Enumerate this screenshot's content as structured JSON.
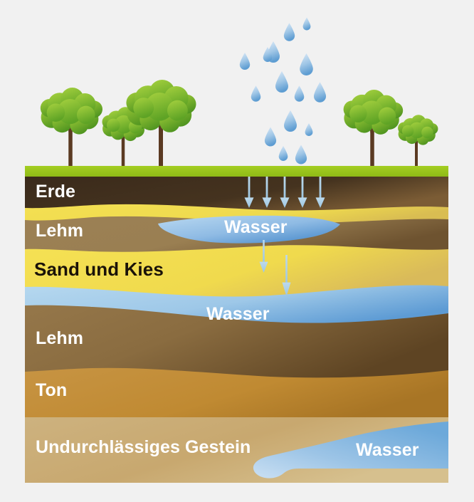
{
  "diagram": {
    "title": "Grundwasser Bodenschichten Diagramm",
    "language": "de",
    "background_color": "#f1f1f1"
  },
  "sky": {
    "color": "#f1f1f1",
    "raindrop_count": 18,
    "raindrop_color_light": "#cfe2f4",
    "raindrop_color_dark": "#6fa8d8"
  },
  "vegetation": {
    "grass_color": "#9ac61c",
    "trunk_color": "#5b3a22",
    "canopy_color_light": "#9ccb3b",
    "canopy_color_dark": "#5aa022",
    "trees": [
      {
        "name": "tree-1",
        "size": "medium"
      },
      {
        "name": "tree-2",
        "size": "small"
      },
      {
        "name": "tree-3",
        "size": "large"
      },
      {
        "name": "tree-4",
        "size": "medium"
      },
      {
        "name": "tree-5",
        "size": "small"
      }
    ]
  },
  "layers": [
    {
      "id": "erde",
      "label": "Erde",
      "color": "#3d2d1d",
      "label_color": "#ffffff",
      "label_style": "white"
    },
    {
      "id": "sand-1",
      "label": "",
      "color": "#f2de4e",
      "label_color": "",
      "label_style": "none"
    },
    {
      "id": "lehm-1",
      "label": "Lehm",
      "color": "#9c8055",
      "label_color": "#ffffff",
      "label_style": "white"
    },
    {
      "id": "sand-2",
      "label": "Sand und Kies",
      "color": "#f2de4e",
      "label_color": "#1a1208",
      "label_style": "black"
    },
    {
      "id": "wasser-band",
      "label": "Wasser",
      "color": "#a8cfec",
      "label_color": "#ffffff",
      "label_style": "white"
    },
    {
      "id": "lehm-2",
      "label": "Lehm",
      "color": "#8d6f44",
      "label_color": "#ffffff",
      "label_style": "white"
    },
    {
      "id": "ton",
      "label": "Ton",
      "color": "#c08a32",
      "label_color": "#ffffff",
      "label_style": "white"
    },
    {
      "id": "gestein",
      "label": "Undurchlässiges Gestein",
      "color": "#cbaf7c",
      "label_color": "#ffffff",
      "label_style": "white"
    }
  ],
  "water_bodies": [
    {
      "id": "perched-lens",
      "label": "Wasser",
      "color": "#8ab8e0",
      "label_color": "#ffffff"
    },
    {
      "id": "aquifer-band",
      "label": "Wasser",
      "color": "#a8cfec",
      "label_color": "#ffffff"
    },
    {
      "id": "deep-aquifer",
      "label": "Wasser",
      "color": "#7bb0de",
      "label_color": "#ffffff"
    }
  ],
  "arrows": {
    "color": "#a9cde6",
    "surface_group_count": 5,
    "sand_group_count": 2,
    "lens_link_count": 1
  },
  "labels": {
    "erde": "Erde",
    "lehm_upper": "Lehm",
    "sand_und_kies": "Sand und Kies",
    "wasser_lens": "Wasser",
    "wasser_band": "Wasser",
    "lehm_lower": "Lehm",
    "ton": "Ton",
    "gestein": "Undurchlässiges Gestein",
    "wasser_deep": "Wasser"
  }
}
